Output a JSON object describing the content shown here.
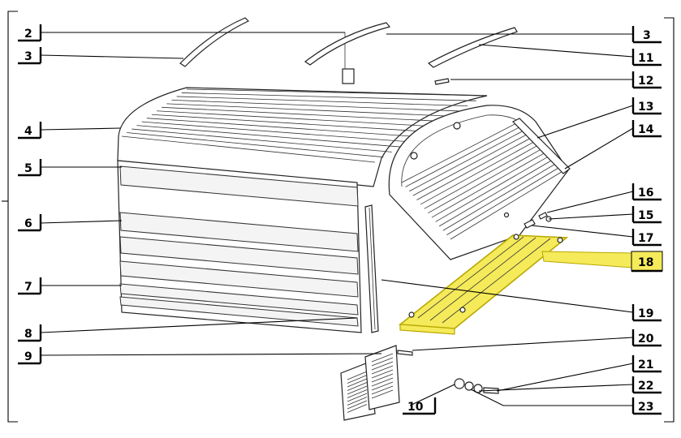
{
  "labels": {
    "l2": "2",
    "l3a": "3",
    "l3b": "3",
    "l4": "4",
    "l5": "5",
    "l6": "6",
    "l7": "7",
    "l8": "8",
    "l9": "9",
    "l10": "10",
    "l11": "11",
    "l12": "12",
    "l13": "13",
    "l14": "14",
    "l15": "15",
    "l16": "16",
    "l17": "17",
    "l18": "18",
    "l19": "19",
    "l20": "20",
    "l21": "21",
    "l22": "22",
    "l23": "23"
  },
  "colors": {
    "highlight": "#f5ea5a",
    "highlight_stroke": "#b8a800",
    "line": "#000000"
  },
  "highlighted_part": "18"
}
